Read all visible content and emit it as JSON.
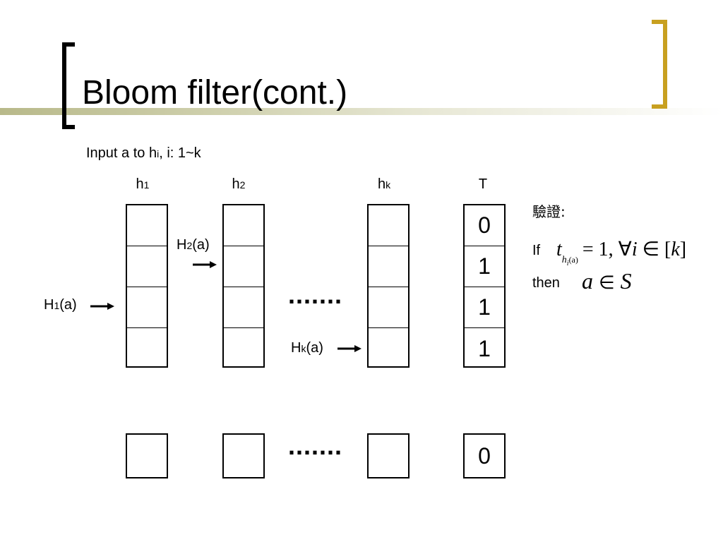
{
  "slide": {
    "title": "Bloom filter(cont.)",
    "subtitle_prefix": "Input a to h",
    "subtitle_sub": "i",
    "subtitle_suffix": ", i: 1~k"
  },
  "columns": {
    "h1_main": "h",
    "h1_sub": "1",
    "h2_main": "h",
    "h2_sub": "2",
    "hk_main": "h",
    "hk_sub": "k",
    "t": "T"
  },
  "hash_labels": {
    "h1_main": "H",
    "h1_sub": "1",
    "h1_suffix": "(a)",
    "h2_main": "H",
    "h2_sub": "2",
    "h2_suffix": "(a)",
    "hk_main": "H",
    "hk_sub": "k",
    "hk_suffix": "(a)"
  },
  "t_values": [
    "0",
    "1",
    "1",
    "1"
  ],
  "t_bottom_value": "0",
  "ellipsis": ".......",
  "verify": {
    "heading": "驗證:",
    "if_label": "If",
    "then_label": "then",
    "condition_t": "t",
    "condition_h": "h",
    "condition_i": "i",
    "condition_a": "(a)",
    "condition_rest": "= 1, ∀",
    "condition_i2": "i",
    "condition_in": "∈ [",
    "condition_k": "k",
    "condition_close": "]",
    "conclusion_a": "a",
    "conclusion_in": "∈",
    "conclusion_s": "S"
  },
  "colors": {
    "accent_bracket": "#c8a020",
    "title_band": "#b8b98a"
  }
}
